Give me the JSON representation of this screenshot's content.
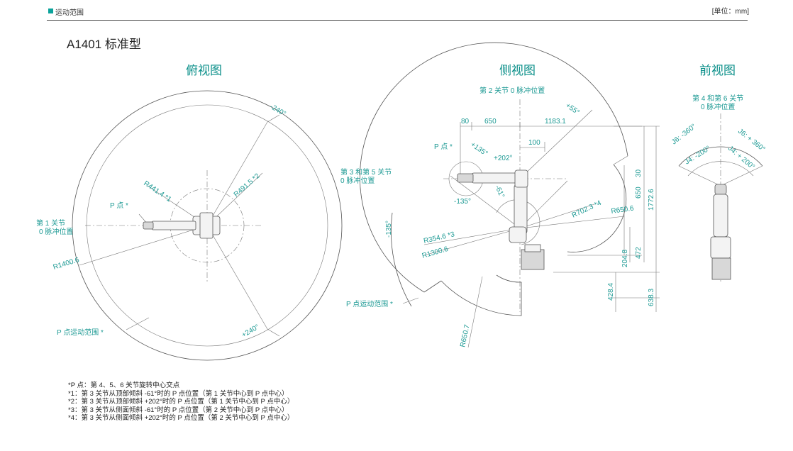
{
  "header": {
    "section": "运动范围",
    "unit": "[单位：mm]"
  },
  "model_title": "A1401 标准型",
  "views": {
    "top": {
      "title": "俯视图",
      "label_p": "P 点 *",
      "label_joint1": [
        "第 1 关节",
        "0 脉冲位置"
      ],
      "label_range": "P 点运动范围 *",
      "dim_neg240": "-240°",
      "dim_pos240": "+240°",
      "dim_r4414": "R441.4 *1",
      "dim_r4915": "R491.5 *2",
      "dim_r14006": "R1400.6"
    },
    "side": {
      "title": "侧视图",
      "label_joint2": "第 2 关节 0 脉冲位置",
      "label_p": "P 点 *",
      "label_joint35": [
        "第 3 和第 5 关节",
        "0 脉冲位置"
      ],
      "label_range": "P 点运动范围 *",
      "dim_80": "80",
      "dim_650": "650",
      "dim_11831": "1183.1",
      "dim_100": "100",
      "dim_p55": "+55°",
      "dim_p135": "+135°",
      "dim_p202": "+202°",
      "dim_n61": "-61°",
      "dim_n135a": "-135°",
      "dim_n135b": "-135°",
      "dim_30": "30",
      "dim_650v": "650",
      "dim_17726": "1772.6",
      "dim_r7023": "R702.3 *4",
      "dim_r6506": "R650.6",
      "dim_r3546": "R354.6 *3",
      "dim_r13006": "R1300.6",
      "dim_2048": "204.8",
      "dim_472": "472",
      "dim_4284": "428.4",
      "dim_6383": "638.3",
      "dim_r6507": "R650.7"
    },
    "front": {
      "title": "前视图",
      "label_j46": [
        "第 4 和第 6 关节",
        "0 脉冲位置"
      ],
      "dim_j6n": "J6: -360°",
      "dim_j6p": "J6: + 360°",
      "dim_j4n": "J4: -200°",
      "dim_j4p": "J4: + 200°"
    }
  },
  "notes": [
    "*P 点：第 4、5、6 关节旋转中心交点",
    "*1：第 3 关节从顶部倾斜 -61°时的 P 点位置（第 1 关节中心到 P 点中心）",
    "*2：第 3 关节从顶部倾斜 +202°时的 P 点位置（第 1 关节中心到 P 点中心）",
    "*3：第 3 关节从侧面倾斜 -61°时的 P 点位置（第 2 关节中心到 P 点中心）",
    "*4：第 3 关节从侧面倾斜 +202°时的 P 点位置（第 2 关节中心到 P 点中心）"
  ],
  "colors": {
    "accent": "#0aa39b",
    "label": "#1d9a94"
  }
}
